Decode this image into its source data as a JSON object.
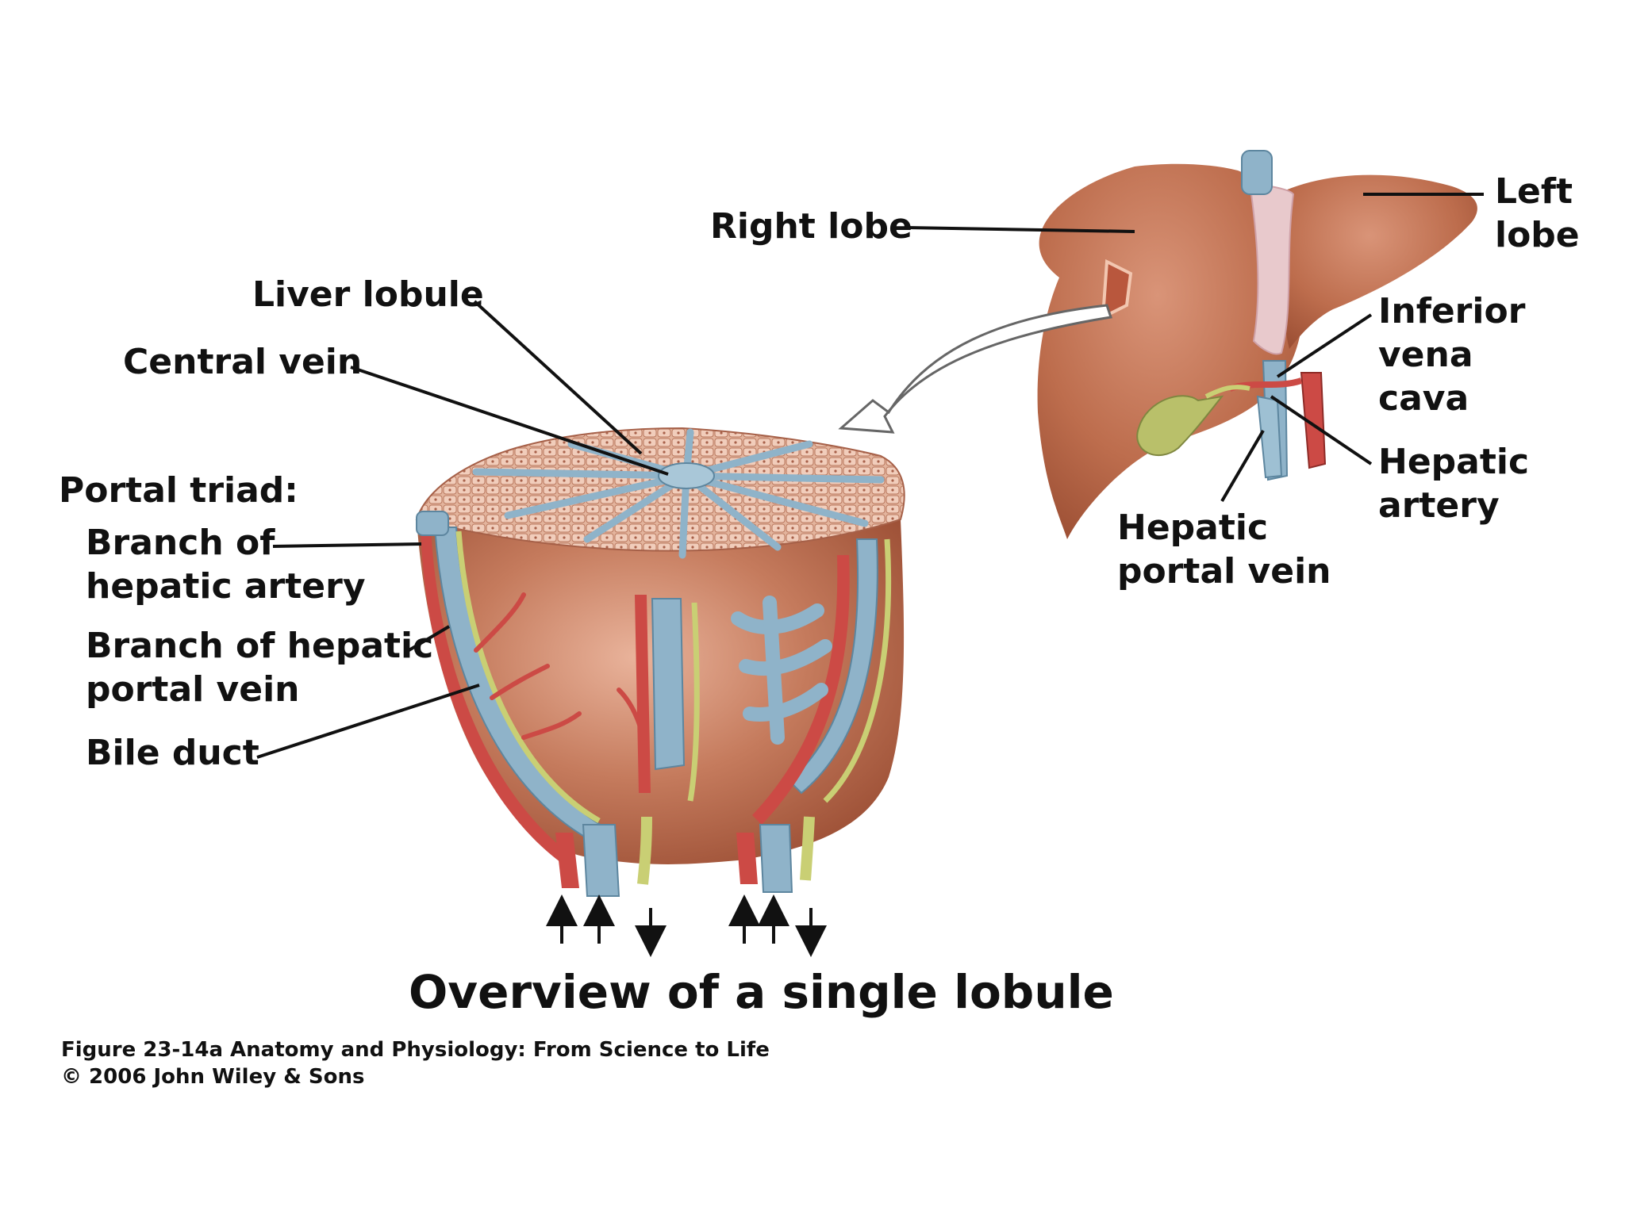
{
  "labels": {
    "right_lobe": "Right lobe",
    "left_lobe": [
      "Left",
      "lobe"
    ],
    "liver_lobule": "Liver lobule",
    "central_vein": "Central vein",
    "inferior_vena_cava": [
      "Inferior",
      "vena",
      "cava"
    ],
    "hepatic_artery": [
      "Hepatic",
      "artery"
    ],
    "hepatic_portal_vein": [
      "Hepatic",
      "portal vein"
    ],
    "portal_triad": "Portal triad:",
    "branch_hepatic_artery": [
      "Branch of",
      "hepatic artery"
    ],
    "branch_hepatic_portal_vein": [
      "Branch of hepatic",
      "portal vein"
    ],
    "bile_duct": "Bile duct"
  },
  "title": "Overview of a single lobule",
  "caption": {
    "line1": "Figure 23-14a  Anatomy and Physiology: From Science to Life",
    "line2": "© 2006 John Wiley & Sons"
  },
  "flow_arrows": [
    "up",
    "up",
    "down",
    "up",
    "up",
    "down"
  ],
  "colors": {
    "liver": "#b8694a",
    "liver_light": "#d89a7c",
    "portal_vein": "#8fb3c9",
    "artery": "#cc4a45",
    "bile_duct": "#c9cf74",
    "gallbladder": "#b9c06a",
    "ligament": "#e4c6cb"
  }
}
